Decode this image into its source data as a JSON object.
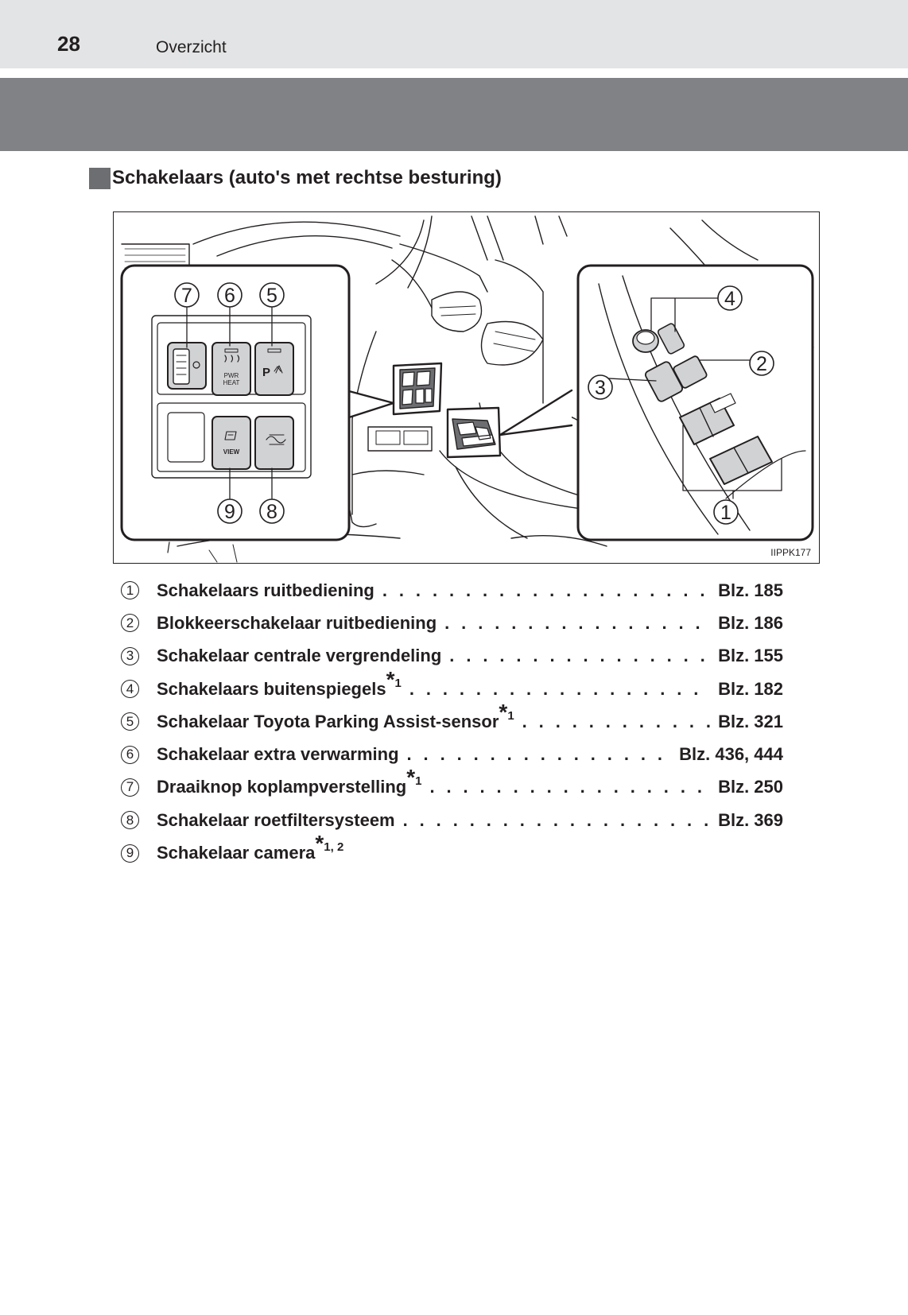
{
  "header": {
    "page_number": "28",
    "section": "Overzicht"
  },
  "heading": "Schakelaars (auto's met rechtse besturing)",
  "figure": {
    "code": "IIPPK177",
    "callouts": [
      "1",
      "2",
      "3",
      "4",
      "5",
      "6",
      "7",
      "8",
      "9"
    ],
    "button_labels": {
      "pwr_heat_line1": "PWR",
      "pwr_heat_line2": "HEAT",
      "view": "VIEW",
      "parking": "P"
    }
  },
  "items": [
    {
      "num": "1",
      "label": "Schakelaars ruitbediening",
      "note": "",
      "dots": ". . . . . . . . . . . . . . . . . . . . . . . . . . . . . . . . . . . . . . . . . .",
      "ref": "Blz. 185"
    },
    {
      "num": "2",
      "label": "Blokkeerschakelaar ruitbediening",
      "note": "",
      "dots": ". . . . . . . . . . . . . . . . . . . . . . . . . . . . . . . . . . . . . . . . . .",
      "ref": "Blz. 186"
    },
    {
      "num": "3",
      "label": "Schakelaar centrale vergrendeling",
      "note": "",
      "dots": ". . . . . . . . . . . . . . . . . . . . . . . . . . . . . . . . . . . . . . . . . .",
      "ref": "Blz. 155"
    },
    {
      "num": "4",
      "label": "Schakelaars buitenspiegels",
      "note": "1",
      "dots": ". . . . . . . . . . . . . . . . . . . . . . . . . . . . . . . . . . . . . . . . . .",
      "ref": "Blz. 182"
    },
    {
      "num": "5",
      "label": "Schakelaar Toyota Parking Assist-sensor",
      "note": "1",
      "dots": ". . . . . . . . . . . . . . . . . . . . . . . . . . . . . . . . . . . . . . . . . .",
      "ref": "Blz. 321"
    },
    {
      "num": "6",
      "label": "Schakelaar extra verwarming",
      "note": "",
      "dots": ". . . . . . . . . . . . . . . . . . . . . . . . . . . . . . . . . . . . . . . . . .",
      "ref": "Blz. 436, 444"
    },
    {
      "num": "7",
      "label": "Draaiknop koplampverstelling",
      "note": "1",
      "dots": ". . . . . . . . . . . . . . . . . . . . . . . . . . . . . . . . . . . . . . . . . .",
      "ref": "Blz. 250"
    },
    {
      "num": "8",
      "label": "Schakelaar roetfiltersysteem",
      "note": "",
      "dots": ". . . . . . . . . . . . . . . . . . . . . . . . . . . . . . . . . . . . . . . . . .",
      "ref": "Blz. 369"
    },
    {
      "num": "9",
      "label": "Schakelaar camera",
      "note": "1, 2",
      "dots": "",
      "ref": ""
    }
  ]
}
